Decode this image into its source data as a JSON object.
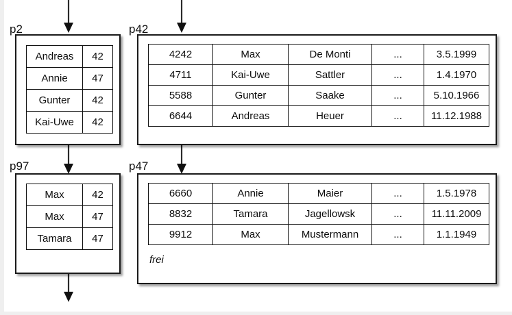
{
  "diagram": {
    "title": "",
    "pages": [
      {
        "id": "p2",
        "label": "p2",
        "kind": "index",
        "columns": 2,
        "rows": [
          [
            "Andreas",
            "42"
          ],
          [
            "Annie",
            "47"
          ],
          [
            "Gunter",
            "42"
          ],
          [
            "Kai-Uwe",
            "42"
          ]
        ]
      },
      {
        "id": "p42",
        "label": "p42",
        "kind": "data",
        "columns": 5,
        "rows": [
          [
            "4242",
            "Max",
            "De Monti",
            "...",
            "3.5.1999"
          ],
          [
            "4711",
            "Kai-Uwe",
            "Sattler",
            "...",
            "1.4.1970"
          ],
          [
            "5588",
            "Gunter",
            "Saake",
            "...",
            "5.10.1966"
          ],
          [
            "6644",
            "Andreas",
            "Heuer",
            "...",
            "11.12.1988"
          ]
        ]
      },
      {
        "id": "p97",
        "label": "p97",
        "kind": "index",
        "columns": 2,
        "rows": [
          [
            "Max",
            "42"
          ],
          [
            "Max",
            "47"
          ],
          [
            "Tamara",
            "47"
          ]
        ]
      },
      {
        "id": "p47",
        "label": "p47",
        "kind": "data",
        "columns": 5,
        "rows": [
          [
            "6660",
            "Annie",
            "Maier",
            "...",
            "1.5.1978"
          ],
          [
            "8832",
            "Tamara",
            "Jagellowsk",
            "...",
            "11.11.2009"
          ],
          [
            "9912",
            "Max",
            "Mustermann",
            "...",
            "1.1.1949"
          ]
        ],
        "free_space_label": "frei"
      }
    ],
    "arrows": [
      {
        "name": "arrow-into-p2",
        "from": "top-edge",
        "to": "p2"
      },
      {
        "name": "arrow-into-p42",
        "from": "top-edge",
        "to": "p42"
      },
      {
        "name": "arrow-p2-to-p97",
        "from": "p2",
        "to": "p97"
      },
      {
        "name": "arrow-p42-to-p47",
        "from": "p42",
        "to": "p47"
      },
      {
        "name": "arrow-out-of-p97",
        "from": "p97",
        "to": "bottom-edge"
      }
    ],
    "colors": {
      "stroke": "#1a1a1a",
      "text": "#0d0d0d",
      "background": "#ffffff",
      "edge_strip": "#efefef"
    }
  }
}
